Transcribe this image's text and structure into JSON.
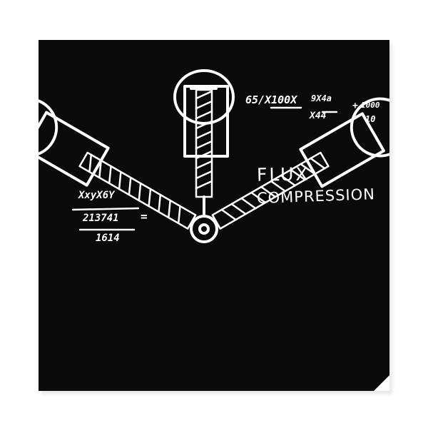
{
  "poster": {
    "background": "#0a0a0a",
    "ink": "#ffffff",
    "title_line1": "FLUX",
    "title_line2": "COMPRESSION",
    "equation_top": {
      "main": "65/X100X",
      "fraction_num": "9X4a",
      "fraction_den": "X44",
      "plus": "+",
      "fraction2_num": "1000",
      "fraction2_den": "10"
    },
    "equation_left": {
      "numerator": "XxyX6Y",
      "middle": "213741",
      "equals": "=",
      "denominator": "1614"
    }
  }
}
